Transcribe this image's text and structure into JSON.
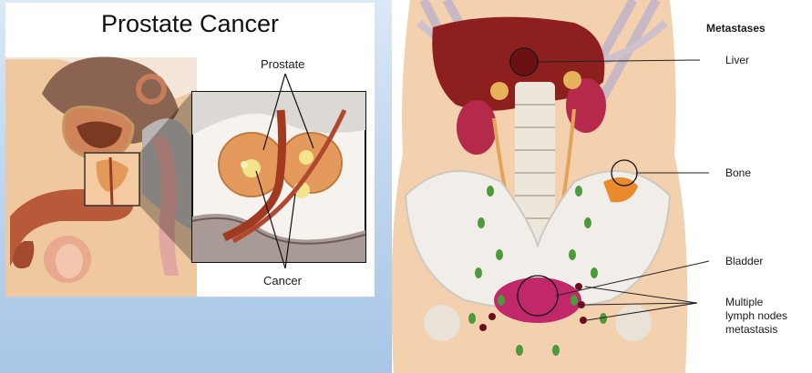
{
  "left_figure": {
    "title": "Prostate Cancer",
    "callout_prostate": "Prostate",
    "callout_cancer": "Cancer"
  },
  "right_figure": {
    "heading": "Metastases",
    "labels": {
      "liver": "Liver",
      "bone": "Bone",
      "bladder": "Bladder",
      "lymph_line1": "Multiple",
      "lymph_line2": "lymph nodes",
      "lymph_line3": "metastasis"
    }
  },
  "colors": {
    "background": "#bcd3ec",
    "flesh": "#f0c9a4",
    "organ_red": "#b33030",
    "prostate_orange": "#e7a06a",
    "lymph_green": "#4c9a3b"
  }
}
